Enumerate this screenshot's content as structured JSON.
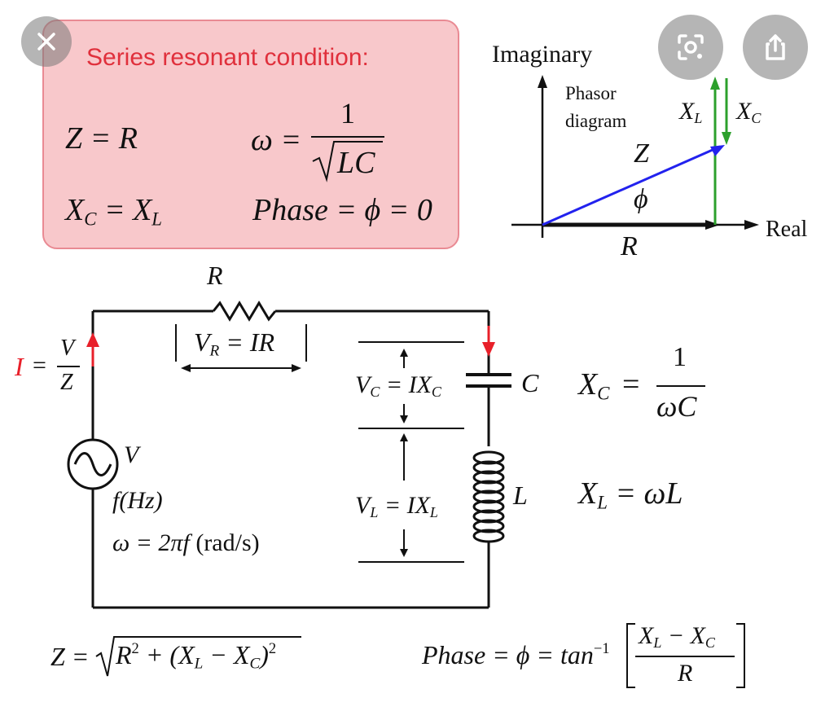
{
  "overlay": {
    "close_icon": "close-icon",
    "lens_icon": "lens-icon",
    "share_icon": "share-icon"
  },
  "resonance_box": {
    "title": "Series resonant condition:",
    "z_eq": "Z = R",
    "omega_lhs": "ω =",
    "omega_num": "1",
    "omega_den": "LC",
    "xc_eq_x": "X",
    "xc_eq_c": "C",
    "xc_eq_mid": " = X",
    "xc_eq_l": "L",
    "phase_eq": "Phase = ϕ = 0"
  },
  "phasor": {
    "imaginary_label": "Imaginary",
    "title_line1": "Phasor",
    "title_line2": "diagram",
    "z_label": "Z",
    "phi_label": "ϕ",
    "real_label": "Real",
    "r_label": "R",
    "xl_x": "X",
    "xl_sub": "L",
    "xc_x": "X",
    "xc_sub": "C"
  },
  "circuit": {
    "r_label": "R",
    "vr_v": "V",
    "vr_sub": "R",
    "vr_rest": " = IR",
    "i_label": "I",
    "i_eq": "=",
    "i_num": "V",
    "i_den": "Z",
    "source_v": "V",
    "freq_label": "f(Hz)",
    "omega_lhs": "ω = 2π",
    "omega_f": "f",
    "omega_unit": " (rad/s)",
    "vc_v": "V",
    "vc_sub": "C",
    "vc_mid": " = IX",
    "vc_sub2": "C",
    "c_label": "C",
    "vl_v": "V",
    "vl_sub": "L",
    "vl_mid": " = IX",
    "vl_sub2": "L",
    "l_label": "L",
    "xc_x": "X",
    "xc_sub": "C",
    "xc_eq": "=",
    "xc_num": "1",
    "xc_den": "ωC",
    "xl_x": "X",
    "xl_sub": "L",
    "xl_rest": " = ωL"
  },
  "formulas": {
    "z_lhs": "Z =",
    "z_r": "R",
    "z_r_sup": "2",
    "z_plus": " + (X",
    "z_sub_l": "L",
    "z_minus": " − X",
    "z_sub_c": "C",
    "z_close": ")",
    "z_close_sup": "2",
    "phase_lhs": "Phase = ϕ = tan",
    "phase_sup": "−1",
    "phase_num_x1": "X",
    "phase_num_l": "L",
    "phase_num_minus": " − X",
    "phase_num_c": "C",
    "phase_den": "R"
  }
}
